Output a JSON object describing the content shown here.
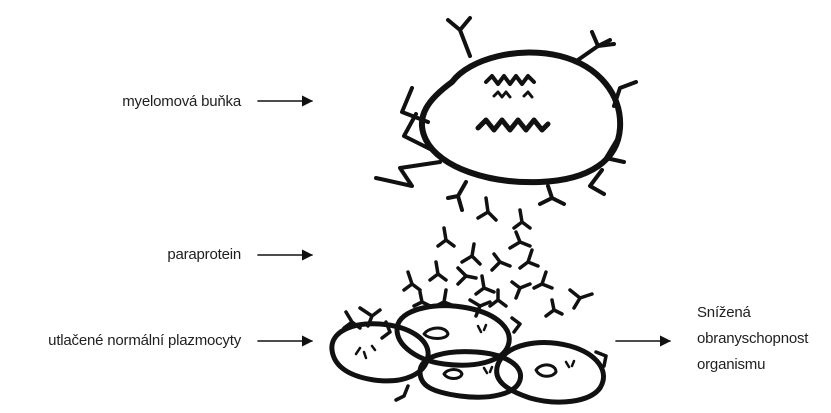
{
  "labels": {
    "myeloma_cell": "myelomová buňka",
    "paraprotein": "paraprotein",
    "plasma_cells": "utlačené normální plazmocyty"
  },
  "outcome": {
    "line1": "Snížená",
    "line2": "obranyschopnost",
    "line3": "organismu"
  },
  "colors": {
    "ink": "#111111",
    "background": "#ffffff"
  }
}
